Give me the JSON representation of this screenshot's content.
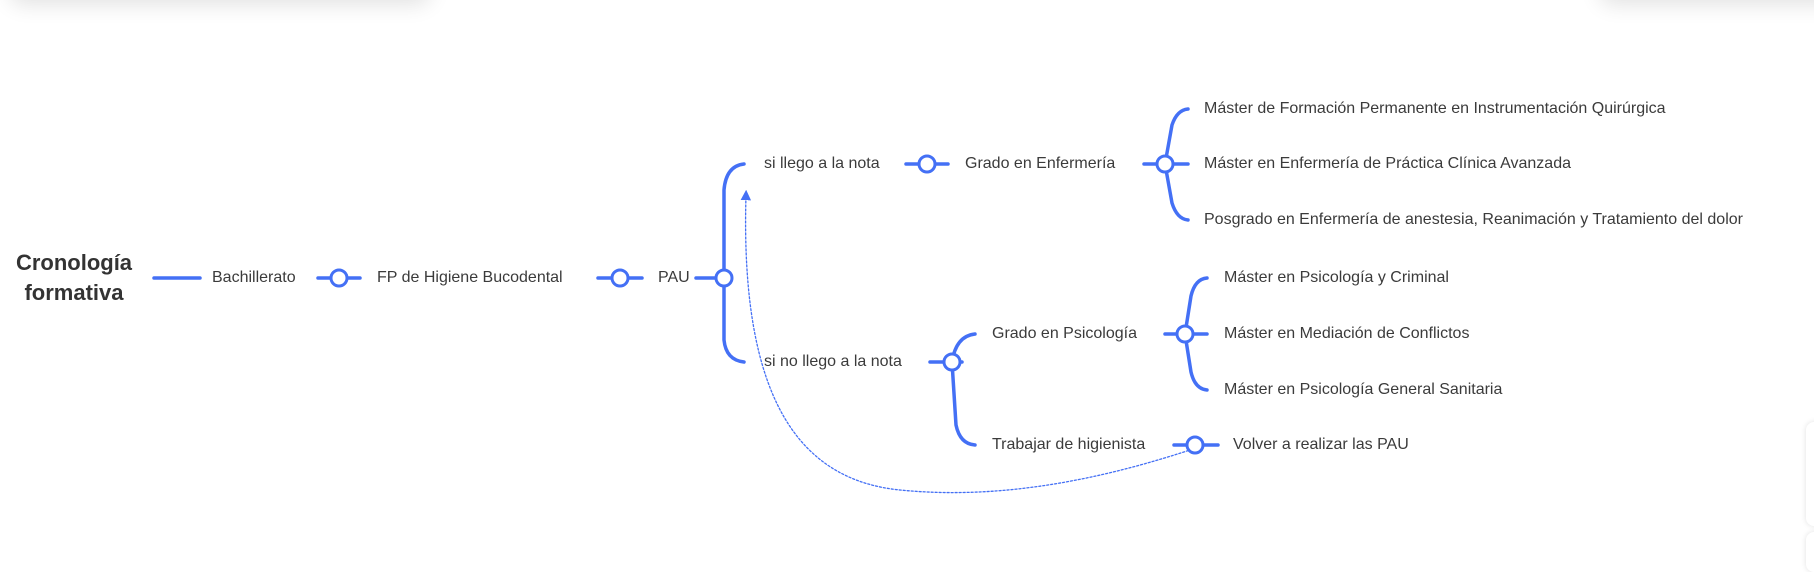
{
  "root": {
    "line1": "Cronología",
    "line2": "formativa"
  },
  "nodes": {
    "bachillerato": "Bachillerato",
    "fp": "FP de Higiene Bucodental",
    "pau": "PAU",
    "si_llego": "si llego a la nota",
    "si_no_llego": "si no llego a la nota",
    "grado_enfermeria": "Grado en Enfermería",
    "enf_children": [
      "Máster de Formación Permanente en Instrumentación Quirúrgica",
      "Máster en Enfermería de Práctica Clínica Avanzada",
      "Posgrado en Enfermería de anestesia, Reanimación y Tratamiento del dolor"
    ],
    "grado_psicologia": "Grado en Psicología",
    "psi_children": [
      "Máster en Psicología  y Criminal",
      "Máster en Mediación de Conflictos",
      "Máster en Psicología General Sanitaria"
    ],
    "trabajar": "Trabajar de higienista",
    "volver": "Volver a realizar las PAU"
  },
  "colors": {
    "branch": "#4470f5",
    "text": "#3b3b3b"
  }
}
